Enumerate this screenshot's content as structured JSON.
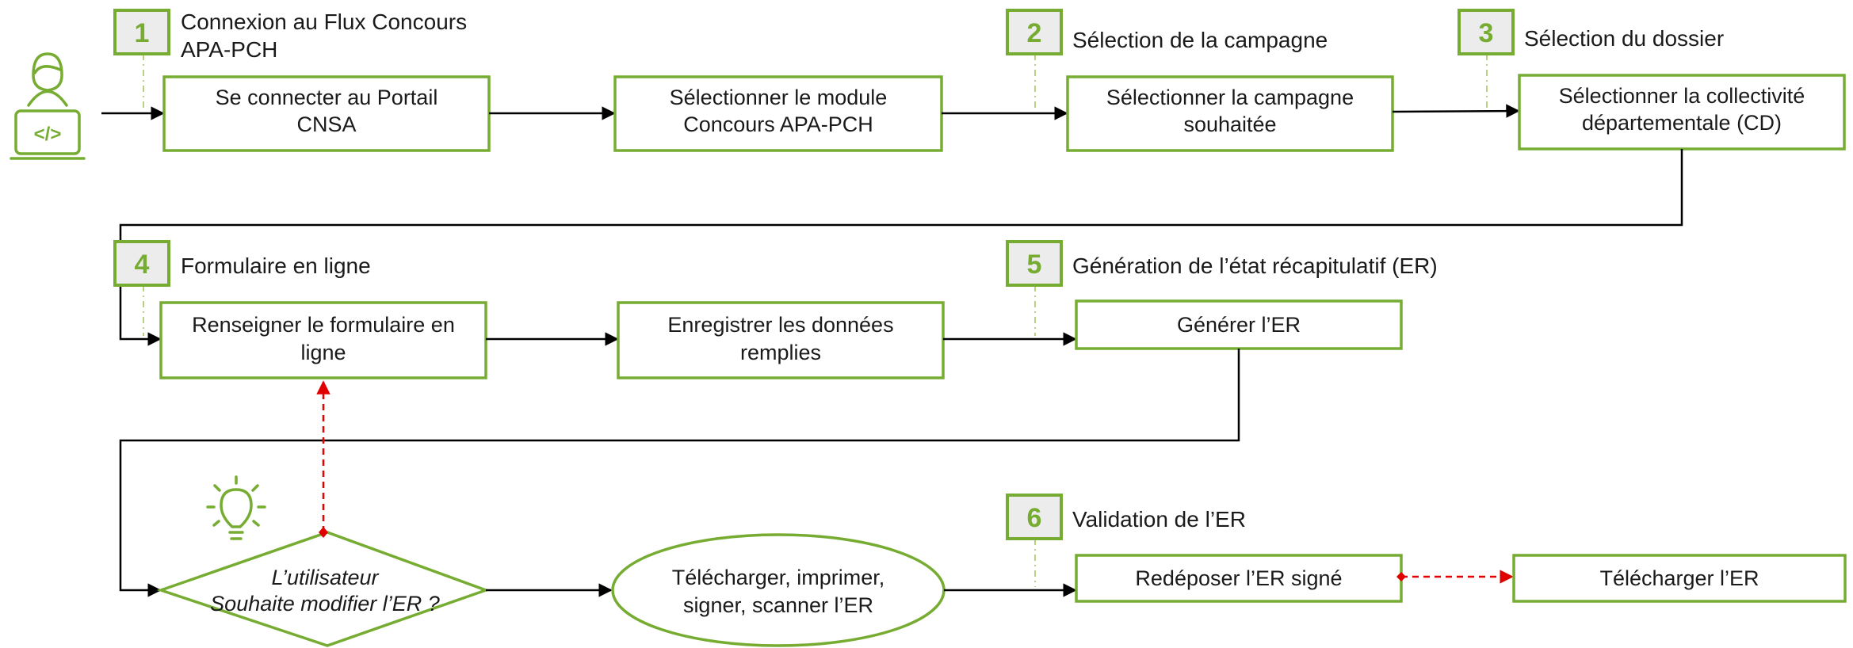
{
  "steps": [
    {
      "number": "1",
      "title_line1": "Connexion au Flux Concours",
      "title_line2": "APA-PCH"
    },
    {
      "number": "2",
      "title": "Sélection de la campagne"
    },
    {
      "number": "3",
      "title": "Sélection du dossier"
    },
    {
      "number": "4",
      "title": "Formulaire en ligne"
    },
    {
      "number": "5",
      "title": "Génération de l’état récapitulatif (ER)"
    },
    {
      "number": "6",
      "title": "Validation de l’ER"
    }
  ],
  "boxes": {
    "connect_portal": [
      "Se connecter au Portail",
      "CNSA"
    ],
    "select_module": [
      "Sélectionner le module",
      "Concours APA-PCH"
    ],
    "select_campaign": [
      "Sélectionner la campagne",
      "souhaitée"
    ],
    "select_collectivity": [
      "Sélectionner la collectivité",
      "départementale (CD)"
    ],
    "fill_form": [
      "Renseigner le formulaire en",
      "ligne"
    ],
    "save_data": [
      "Enregistrer les données",
      "remplies"
    ],
    "generate_er": "Générer l’ER",
    "decision": [
      "L’utilisateur",
      "Souhaite modifier l’ER  ?"
    ],
    "download_print": [
      "Télécharger, imprimer,",
      "signer, scanner l’ER"
    ],
    "redeposit_er": "Redéposer l’ER signé",
    "download_er": "Télécharger l’ER"
  },
  "icons": {
    "user": "developer-user-icon",
    "idea": "lightbulb-icon"
  },
  "colors": {
    "accent_green": "#77ac32",
    "badge_fill": "#ececec",
    "flow_line": "#000000",
    "dashed_red": "#e00000"
  }
}
